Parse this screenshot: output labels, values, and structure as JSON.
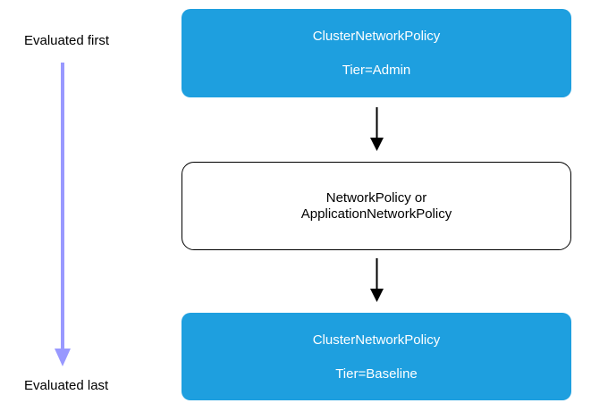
{
  "labels": {
    "evaluated_first": "Evaluated first",
    "evaluated_last": "Evaluated last"
  },
  "nodes": [
    {
      "lines": [
        "ClusterNetworkPolicy",
        "Tier=Admin"
      ]
    },
    {
      "lines": [
        "NetworkPolicy or",
        "ApplicationNetworkPolicy"
      ]
    },
    {
      "lines": [
        "ClusterNetworkPolicy",
        "Tier=Baseline"
      ]
    }
  ],
  "colors": {
    "node_fill": "#1E9FDF",
    "node_text": "#FFFFFF",
    "outline_node_border": "#000000",
    "flow_arrow": "#000000",
    "order_arrow": "#9999FF"
  }
}
